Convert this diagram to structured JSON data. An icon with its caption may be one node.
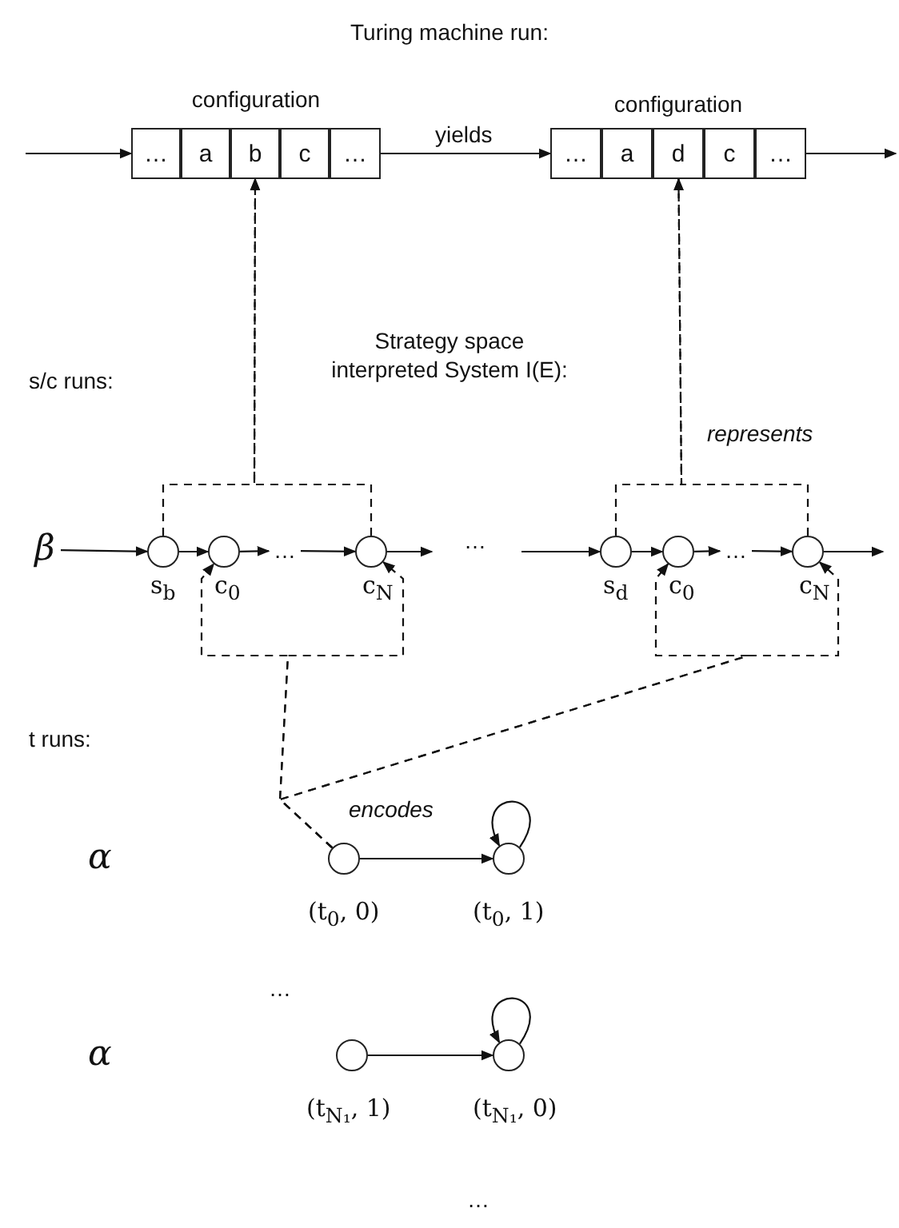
{
  "diagram": {
    "title": "Turing machine run:",
    "nodes": [
      {
        "text": [
          "configuration"
        ]
      },
      {
        "text": [
          "…"
        ],
        "in": 0
      },
      {
        "text": [
          "a"
        ],
        "in": 0
      },
      {
        "text": [
          "b"
        ],
        "in": 0
      },
      {
        "text": [
          "c"
        ],
        "in": 0
      },
      {
        "text": [
          "…"
        ],
        "in": 0
      },
      {
        "text": [
          "configuration"
        ]
      },
      {
        "text": [
          "…"
        ],
        "in": 6
      },
      {
        "text": [
          "a"
        ],
        "in": 6
      },
      {
        "text": [
          "d"
        ],
        "in": 6
      },
      {
        "text": [
          "c"
        ],
        "in": 6
      },
      {
        "text": [
          "…"
        ],
        "in": 6
      },
      {
        "text": [
          "β"
        ]
      },
      {
        "text": [],
        "shape": "circle",
        "beside": [
          "s$_{b}$"
        ]
      },
      {
        "text": [],
        "shape": "circle",
        "beside": [
          "c$_{0}$"
        ]
      },
      {
        "text": [
          "…"
        ]
      },
      {
        "text": [],
        "shape": "circle",
        "beside": [
          "c$_{N}$"
        ]
      },
      {
        "text": [],
        "shape": "circle",
        "beside": [
          "s$_{d}$"
        ]
      },
      {
        "text": [],
        "shape": "circle",
        "beside": [
          "c$_{0}$"
        ]
      },
      {
        "text": [
          "…"
        ]
      },
      {
        "text": [],
        "shape": "circle",
        "beside": [
          "c$_{N}$"
        ]
      },
      {
        "text": [],
        "shape": "circle",
        "beside": [
          "(t$_{0}$, 0)"
        ]
      },
      {
        "text": [],
        "shape": "circle",
        "beside": [
          "(t$_{0}$, 1)"
        ]
      },
      {
        "text": [],
        "shape": "circle",
        "beside": [
          "(t$_{N₁}$, 1)"
        ]
      },
      {
        "text": [],
        "shape": "circle",
        "beside": [
          "(t$_{N₁}$, 0)"
        ]
      }
    ],
    "edges": [
      {
        "from": null,
        "to": 1,
        "arrow": "to"
      },
      {
        "from": 5,
        "to": 7,
        "arrow": "to",
        "label": "yields"
      },
      {
        "from": 11,
        "to": null,
        "arrow": "to"
      },
      {
        "from": 12,
        "to": 13,
        "arrow": "to"
      },
      {
        "from": 13,
        "to": 14,
        "arrow": "to"
      },
      {
        "from": 14,
        "to": 15,
        "arrow": "to"
      },
      {
        "from": 15,
        "to": 16,
        "arrow": "to"
      },
      {
        "from": 16,
        "to": null,
        "arrow": "to"
      },
      {
        "from": null,
        "to": 17,
        "arrow": "to"
      },
      {
        "from": 17,
        "to": 18,
        "arrow": "to"
      },
      {
        "from": 18,
        "to": 19,
        "arrow": "to"
      },
      {
        "from": 19,
        "to": 20,
        "arrow": "to"
      },
      {
        "from": 20,
        "to": null,
        "arrow": "to"
      },
      {
        "from": 13,
        "to": 3,
        "arrow": "to",
        "style": "dashed"
      },
      {
        "from": 16,
        "to": 3,
        "arrow": "to",
        "style": "dashed"
      },
      {
        "from": 17,
        "to": 9,
        "arrow": "to",
        "style": "dashed",
        "label": "represents"
      },
      {
        "from": 20,
        "to": 9,
        "arrow": "to",
        "style": "dashed"
      },
      {
        "from": 21,
        "to": 14,
        "arrow": "to",
        "style": "dashed",
        "label": "encodes"
      },
      {
        "from": 21,
        "to": 16,
        "arrow": "to",
        "style": "dashed"
      },
      {
        "from": 21,
        "to": 18,
        "arrow": "to",
        "style": "dashed"
      },
      {
        "from": 21,
        "to": 20,
        "arrow": "to",
        "style": "dashed"
      },
      {
        "from": 21,
        "to": 22,
        "arrow": "to"
      },
      {
        "from": 22,
        "to": 22,
        "arrow": "to"
      },
      {
        "from": 23,
        "to": 24,
        "arrow": "to"
      },
      {
        "from": 24,
        "to": 24,
        "arrow": "to"
      }
    ],
    "labels": [
      "Strategy space interpreted System I(E):",
      "s/c runs:",
      "…",
      "t runs:",
      "α",
      "…",
      "α",
      "…"
    ]
  }
}
